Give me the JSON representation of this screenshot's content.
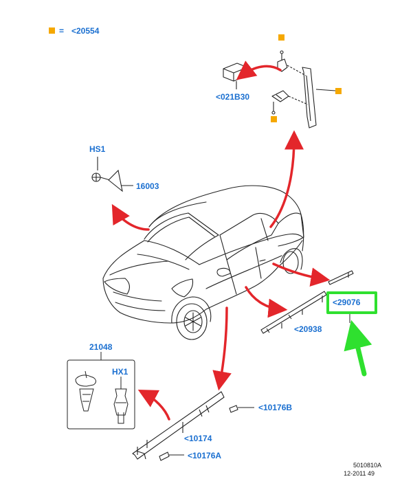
{
  "legend": {
    "symbol": "=",
    "text": "<20554",
    "color": "#f5a800"
  },
  "parts": {
    "p021B30": "<021B30",
    "hs1": "HS1",
    "p16003": "16003",
    "p29076": "<29076",
    "p20938": "<20938",
    "p21048": "21048",
    "hx1": "HX1",
    "p10176b": "<10176B",
    "p10174": "<10174",
    "p10176a": "<10176A"
  },
  "reference": {
    "code": "5010810A",
    "date": "12-2011 49"
  },
  "colors": {
    "label": "#1a6fd0",
    "arrow": "#e3262b",
    "highlight": "#2fe02f",
    "marker": "#f5a800"
  }
}
